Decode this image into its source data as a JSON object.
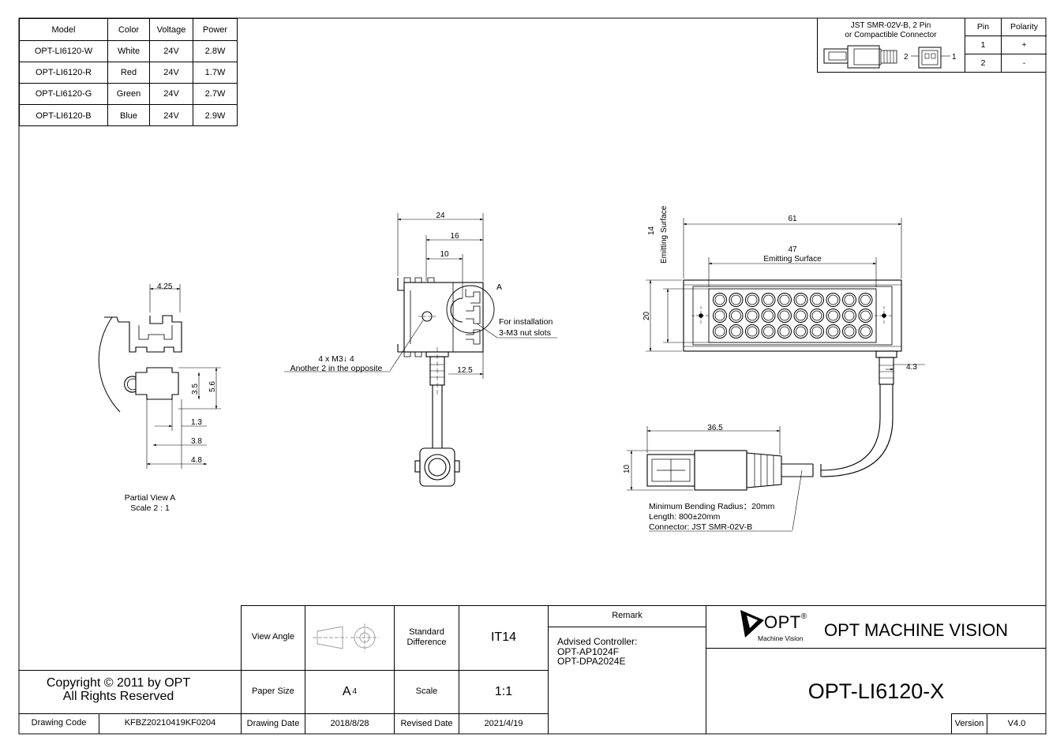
{
  "model_table": {
    "headers": [
      "Model",
      "Color",
      "Voltage",
      "Power"
    ],
    "rows": [
      [
        "OPT-LI6120-W",
        "White",
        "24V",
        "2.8W"
      ],
      [
        "OPT-LI6120-R",
        "Red",
        "24V",
        "1.7W"
      ],
      [
        "OPT-LI6120-G",
        "Green",
        "24V",
        "2.7W"
      ],
      [
        "OPT-LI6120-B",
        "Blue",
        "24V",
        "2.9W"
      ]
    ]
  },
  "connector_table": {
    "title_line1": "JST SMR-02V-B, 2 Pin",
    "title_line2": "or Compactible Connector",
    "pin_header": "Pin",
    "polarity_header": "Polarity",
    "pins": [
      {
        "pin": "1",
        "polarity": "+"
      },
      {
        "pin": "2",
        "polarity": "-"
      }
    ],
    "label_2": "2",
    "label_1": "1"
  },
  "partial_view": {
    "dims": {
      "d425": "4.25",
      "d35": "3.5",
      "d56": "5.6",
      "d13": "1.3",
      "d38": "3.8",
      "d48": "4.8"
    },
    "caption_line1": "Partial View A",
    "caption_line2": "Scale 2 : 1"
  },
  "side_view": {
    "dims": {
      "d24": "24",
      "d16": "16",
      "d10": "10",
      "d125": "12.5"
    },
    "detail_label": "A",
    "hole_note_line1": "4 x M3↓ 4",
    "hole_note_line2": "Another 2 in the opposite",
    "install_note_line1": "For installation",
    "install_note_line2": "3-M3 nut slots"
  },
  "front_view": {
    "dims": {
      "d61": "61",
      "d47": "47",
      "d14": "14",
      "d20": "20",
      "d43": "4.3",
      "d365": "36.5",
      "d10": "10"
    },
    "emitting_surface": "Emitting Surface",
    "emitting_surface_vertical": "Emitting Surface",
    "cable_note_line1": "Minimum Bending Radius：20mm",
    "cable_note_line2": "Length: 800±20mm",
    "cable_note_line3": "Connector: JST SMR-02V-B"
  },
  "title_block": {
    "copyright_line1": "Copyright © 2011 by OPT",
    "copyright_line2": "All Rights Reserved",
    "drawing_code_label": "Drawing Code",
    "drawing_code": "KFBZ20210419KF0204",
    "view_angle_label": "View Angle",
    "standard_difference_label": "Standard\nDifference",
    "standard_difference": "IT14",
    "paper_size_label": "Paper Size",
    "paper_size": "A",
    "paper_size_sub": "4",
    "scale_label": "Scale",
    "scale": "1:1",
    "drawing_date_label": "Drawing Date",
    "drawing_date": "2018/8/28",
    "revised_date_label": "Revised Date",
    "revised_date": "2021/4/19",
    "remark_label": "Remark",
    "remark_line1": "Advised Controller:",
    "remark_line2": "OPT-AP1024F",
    "remark_line3": "OPT-DPA2024E",
    "logo_text": "OPT",
    "logo_registered": "®",
    "logo_sub": "Machine Vision",
    "company": "OPT MACHINE VISION",
    "part_number": "OPT-LI6120-X",
    "version_label": "Version",
    "version": "V4.0"
  }
}
